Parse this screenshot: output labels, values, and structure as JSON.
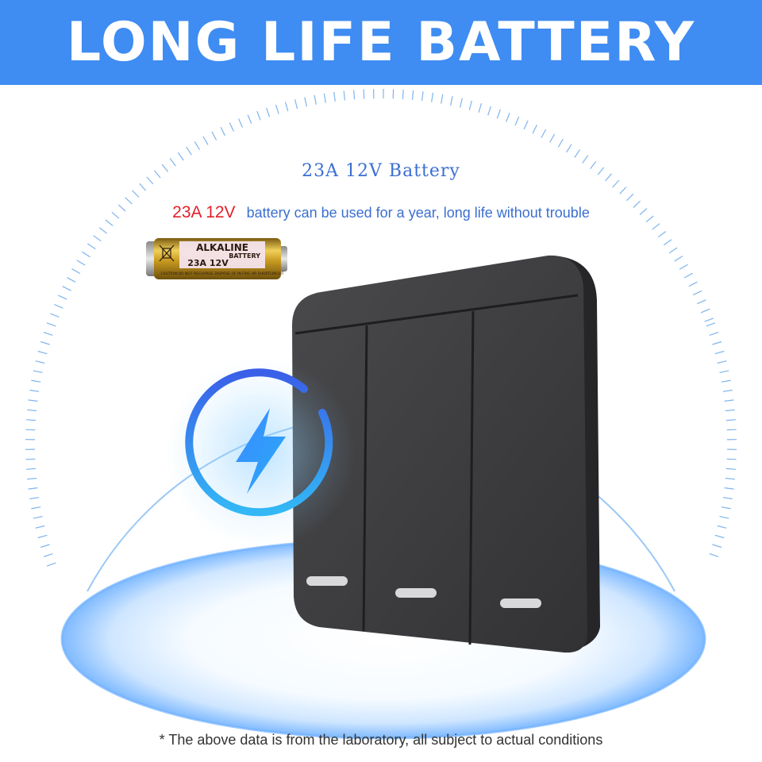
{
  "banner": {
    "title": "LONG LIFE BATTERY"
  },
  "headline": {
    "subtitle": "23A 12V Battery",
    "highlight": "23A 12V",
    "description": "battery can be used for a year, long life without trouble"
  },
  "battery_label": {
    "brand": "ALKALINE",
    "type": "BATTERY",
    "model": "23A 12V",
    "caution": "CAUTION:DO NOT RECHARGE DISPOSE OF IN FIRE OR SHORTCIRCUIT"
  },
  "footnote": "* The above data is from the laboratory, all subject to actual conditions",
  "icons": {
    "energy": "lightning-bolt-icon",
    "recycle": "crossed-bin-icon"
  },
  "colors": {
    "banner": "#3f8cf2",
    "subtitle": "#3b6fd1",
    "highlight": "#e3202a",
    "switch_body": "#3a3a3c",
    "indicator": "#d9d9dc",
    "bolt": "#3a86ff"
  }
}
